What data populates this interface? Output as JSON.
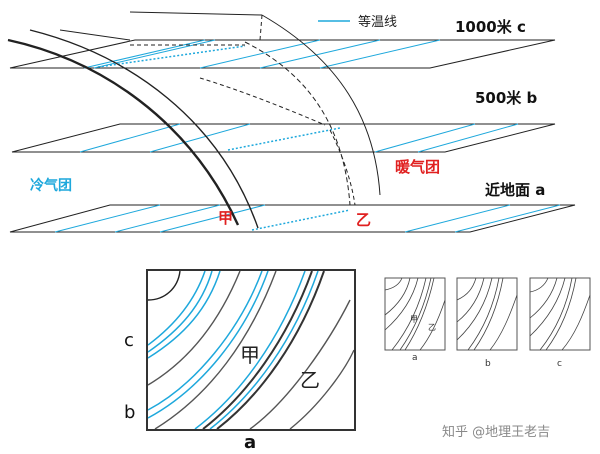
{
  "legend": {
    "label": "等温线"
  },
  "levels": {
    "c": "1000米 c",
    "b": "500米 b",
    "a": "近地面 a"
  },
  "air_masses": {
    "cold": "冷气团",
    "warm": "暖气团"
  },
  "points": {
    "jia": "甲",
    "yi": "乙"
  },
  "map_labels": {
    "c": "c",
    "b": "b",
    "a": "a"
  },
  "thumbs": {
    "a": "a",
    "b": "b",
    "c": "c",
    "jia": "甲",
    "yi": "乙"
  },
  "watermark": "知乎 @地理王老吉",
  "colors": {
    "isotherm": "#1EA8DC",
    "front_text": "#E02020",
    "cold_text": "#1EA8DC",
    "line": "#222222"
  }
}
